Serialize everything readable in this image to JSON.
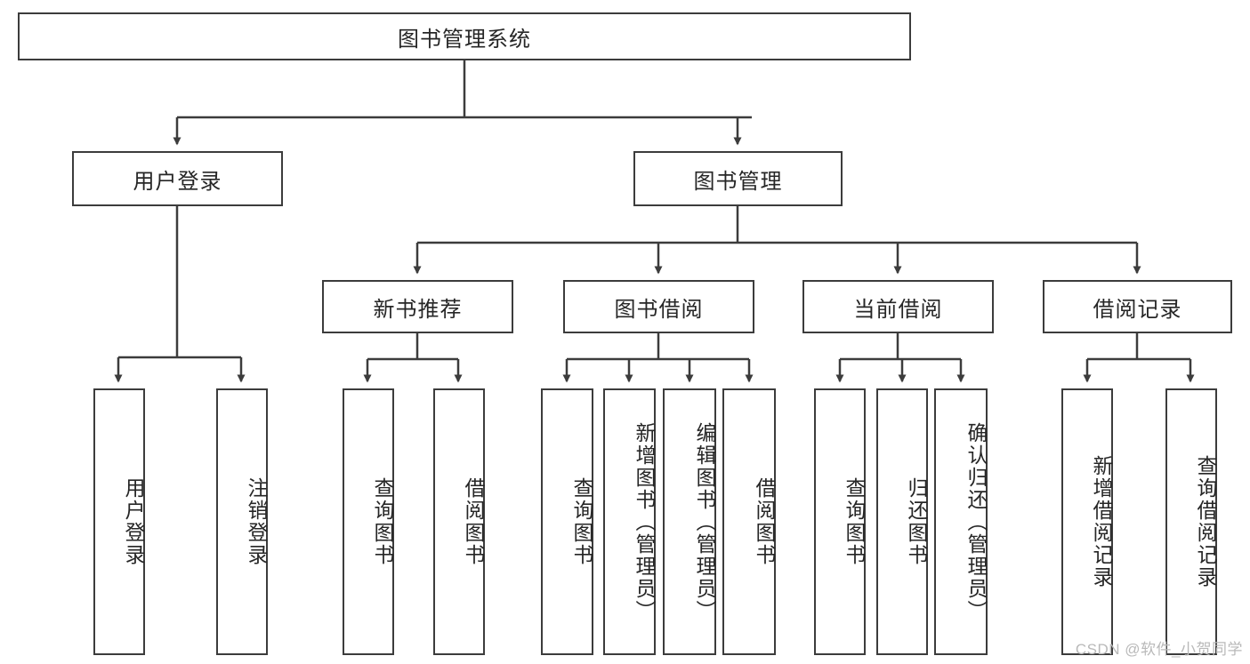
{
  "diagram": {
    "type": "tree-hierarchy",
    "root": {
      "label": "图书管理系统"
    },
    "level2": [
      {
        "label": "用户登录"
      },
      {
        "label": "图书管理"
      }
    ],
    "level3": [
      {
        "label": "新书推荐"
      },
      {
        "label": "图书借阅"
      },
      {
        "label": "当前借阅"
      },
      {
        "label": "借阅记录"
      }
    ],
    "leaves": [
      {
        "label": "用户登录"
      },
      {
        "label": "注销登录"
      },
      {
        "label": "查询图书"
      },
      {
        "label": "借阅图书"
      },
      {
        "label": "查询图书"
      },
      {
        "label": "新增图书（管理员）"
      },
      {
        "label": "编辑图书（管理员）"
      },
      {
        "label": "借阅图书"
      },
      {
        "label": "查询图书"
      },
      {
        "label": "归还图书"
      },
      {
        "label": "确认归还（管理员）"
      },
      {
        "label": "新增借阅记录"
      },
      {
        "label": "查询借阅记录"
      }
    ]
  },
  "watermark": {
    "text": "CSDN @软件_小贺同学"
  },
  "colors": {
    "border": "#3c3c3c",
    "text": "#262626",
    "background": "#ffffff",
    "watermark": "#b9b9b9"
  }
}
